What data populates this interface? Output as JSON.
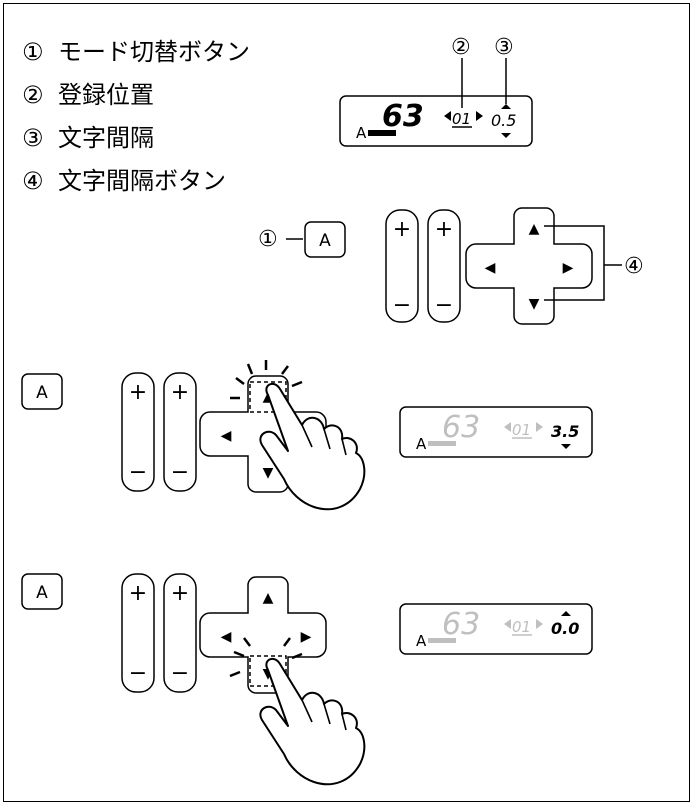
{
  "legend": [
    {
      "num": "①",
      "text": "モード切替ボタン"
    },
    {
      "num": "②",
      "text": "登録位置"
    },
    {
      "num": "③",
      "text": "文字間隔"
    },
    {
      "num": "④",
      "text": "文字間隔ボタン"
    }
  ],
  "callouts": {
    "c1": "①",
    "c2": "②",
    "c3": "③",
    "c4": "④"
  },
  "mode_button_label": "A",
  "plus_label": "+",
  "minus_label": "−",
  "arrows": {
    "up": "▲",
    "down": "▼",
    "left": "◀",
    "right": "▶"
  },
  "displays": {
    "top": {
      "mode": "A",
      "pattern": "63",
      "position": "01",
      "spacing": "0.5"
    },
    "step1": {
      "mode": "A",
      "pattern": "63",
      "position": "01",
      "spacing": "3.5"
    },
    "step2": {
      "mode": "A",
      "pattern": "63",
      "position": "01",
      "spacing": "0.0"
    }
  },
  "colors": {
    "ink": "#000000",
    "dim": "#bfbfbf",
    "background": "#ffffff"
  }
}
